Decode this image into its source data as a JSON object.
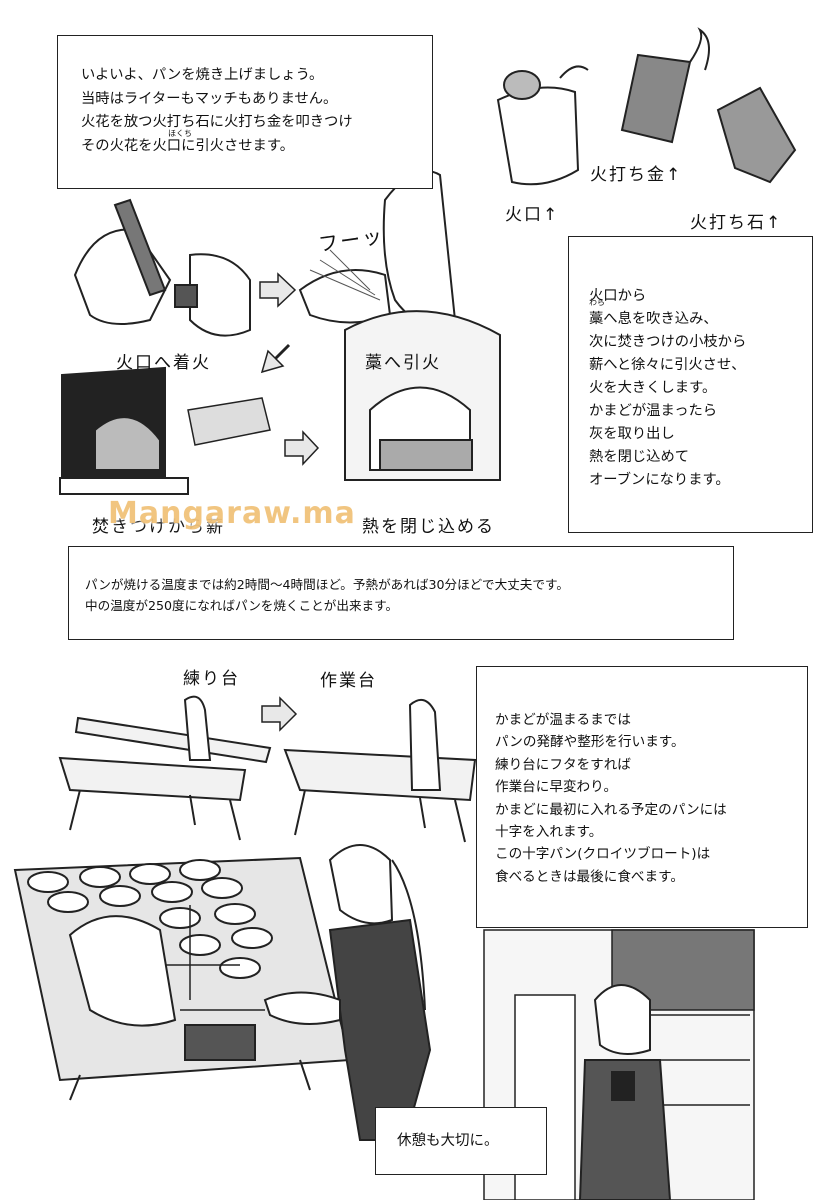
{
  "intro_box": {
    "lines": [
      "いよいよ、パンを焼き上げましょう。",
      "当時はライターもマッチもありません。",
      "火花を放つ火打ち石に火打ち金を叩きつけ",
      "その火花を火口に引火させます。"
    ],
    "furigana": "ほくち"
  },
  "tool_labels": {
    "fire_steel": "火打ち金↑",
    "tinder": "火口↑",
    "flint": "火打ち石↑"
  },
  "sequence_box": {
    "lines": [
      "火口から",
      "藁へ息を吹き込み、",
      "次に焚きつけの小枝から",
      "薪へと徐々に引火させ、",
      "火を大きくします。",
      "かまどが温まったら",
      "灰を取り出し",
      "熱を閉じ込めて",
      "オーブンになります。"
    ],
    "furigana": "わら"
  },
  "panel_labels": {
    "blow_sound": "フーッ",
    "ignite_tinder": "火口へ着火",
    "to_straw": "藁へ引火",
    "kindling_to_firewood": "焚きつけから薪",
    "seal_heat": "熱を閉じ込める"
  },
  "watermark": "Mangaraw.ma",
  "temperature_box": {
    "lines": [
      "パンが焼ける温度までは約2時間〜4時間ほど。予熱があれば30分ほどで大丈夫です。",
      "中の温度が250度になればパンを焼くことが出来ます。"
    ]
  },
  "table_labels": {
    "kneading_table": "練り台",
    "work_table": "作業台"
  },
  "dough_box": {
    "lines": [
      "かまどが温まるまでは",
      "パンの発酵や整形を行います。",
      "練り台にフタをすれば",
      "作業台に早変わり。",
      "かまどに最初に入れる予定のパンには",
      "十字を入れます。",
      "この十字パン(クロイツブロート)は",
      "食べるときは最後に食べます。"
    ]
  },
  "rest_box": {
    "text": "休憩も大切に。"
  }
}
